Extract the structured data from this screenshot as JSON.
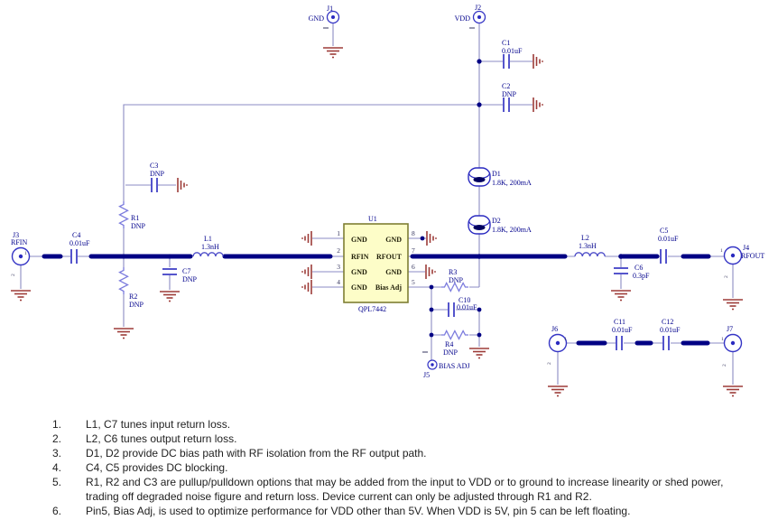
{
  "colors": {
    "wire": "#8b8bc4",
    "rf_trace": "#000084",
    "symbol_blue": "#2a2ac0",
    "label_blue": "#00008c",
    "ground_red": "#9d3c38",
    "ic_fill": "#fdfdc8",
    "ic_border": "#7e7e33"
  },
  "schematic": {
    "connectors": {
      "j1": {
        "ref": "J1",
        "net": "GND"
      },
      "j2": {
        "ref": "J2",
        "net": "VDD"
      },
      "j3": {
        "ref": "J3",
        "net": "RFIN"
      },
      "j4": {
        "ref": "J4",
        "net": "RFOUT"
      },
      "j5": {
        "ref": "J5",
        "net": "BIAS ADJ"
      },
      "j6": {
        "ref": "J6"
      },
      "j7": {
        "ref": "J7"
      }
    },
    "pin_marks": {
      "one": "1",
      "two": "2"
    },
    "capacitors": {
      "c1": {
        "ref": "C1",
        "value": "0.01uF"
      },
      "c2": {
        "ref": "C2",
        "value": "DNP"
      },
      "c3": {
        "ref": "C3",
        "value": "DNP"
      },
      "c4": {
        "ref": "C4",
        "value": "0.01uF"
      },
      "c5": {
        "ref": "C5",
        "value": "0.01uF"
      },
      "c6": {
        "ref": "C6",
        "value": "0.3pF"
      },
      "c7": {
        "ref": "C7",
        "value": "DNP"
      },
      "c10": {
        "ref": "C10",
        "value": "0.01uF"
      },
      "c11": {
        "ref": "C11",
        "value": "0.01uF"
      },
      "c12": {
        "ref": "C12",
        "value": "0.01uF"
      }
    },
    "resistors": {
      "r1": {
        "ref": "R1",
        "value": "DNP"
      },
      "r2": {
        "ref": "R2",
        "value": "DNP"
      },
      "r3": {
        "ref": "R3",
        "value": "DNP"
      },
      "r4": {
        "ref": "R4",
        "value": "DNP"
      }
    },
    "inductors": {
      "l1": {
        "ref": "L1",
        "value": "1.3nH"
      },
      "l2": {
        "ref": "L2",
        "value": "1.3nH"
      }
    },
    "bias_elements": {
      "d1": {
        "ref": "D1",
        "value": "1.8K, 200mA"
      },
      "d2": {
        "ref": "D2",
        "value": "1.8K, 200mA"
      }
    },
    "ic": {
      "ref": "U1",
      "part": "QPL7442",
      "pins": {
        "p1": {
          "num": "1",
          "name": "GND"
        },
        "p2": {
          "num": "2",
          "name": "RFIN"
        },
        "p3": {
          "num": "3",
          "name": "GND"
        },
        "p4": {
          "num": "4",
          "name": "GND"
        },
        "p5": {
          "num": "5",
          "name": "Bias Adj"
        },
        "p6": {
          "num": "6",
          "name": "GND"
        },
        "p7": {
          "num": "7",
          "name": "RFOUT"
        },
        "p8": {
          "num": "8",
          "name": "GND"
        }
      }
    }
  },
  "notes": {
    "items": [
      {
        "num": "1.",
        "text": "L1, C7 tunes input return loss."
      },
      {
        "num": "2.",
        "text": "L2, C6 tunes output return loss."
      },
      {
        "num": "3.",
        "text": "D1, D2 provide DC bias path with RF isolation from the RF output path."
      },
      {
        "num": "4.",
        "text": "C4, C5 provides DC blocking."
      },
      {
        "num": "5.",
        "text": "R1, R2 and C3 are pullup/pulldown options that may be added from the input to VDD or to ground to increase linearity or shed power, trading off degraded noise figure and return loss. Device current can only be adjusted through R1 and R2."
      },
      {
        "num": "6.",
        "text": "Pin5, Bias Adj, is used to optimize performance for VDD other than 5V. When VDD is 5V, pin 5 can be left floating."
      }
    ]
  }
}
